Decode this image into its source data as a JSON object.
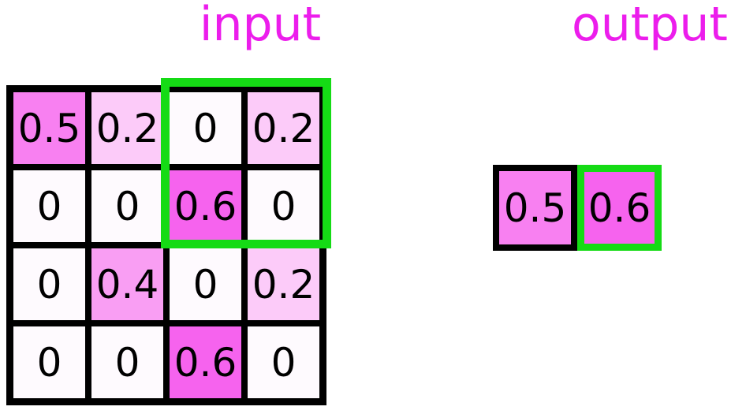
{
  "input": {
    "title": "input",
    "grid": [
      [
        "0.5",
        "0.2",
        "0",
        "0.2"
      ],
      [
        "0",
        "0",
        "0.6",
        "0"
      ],
      [
        "0",
        "0.4",
        "0",
        "0.2"
      ],
      [
        "0",
        "0",
        "0.6",
        "0"
      ]
    ]
  },
  "output": {
    "title": "output",
    "cells": [
      {
        "value": "0.5",
        "highlight": false
      },
      {
        "value": "0.6",
        "highlight": true
      }
    ]
  },
  "highlight_window": {
    "rows": [
      1,
      2
    ],
    "cols": [
      3,
      4
    ]
  },
  "colors": {
    "title_magenta": "#EC1DEC",
    "grid_border": "#000000",
    "highlight_green": "#15DB15",
    "cell_text": "#000000",
    "value_fill": {
      "0": "#FEFAFE",
      "0.2": "#FCCBF9",
      "0.4": "#F99EF3",
      "0.5": "#F880F1",
      "0.6": "#F663EE"
    }
  }
}
